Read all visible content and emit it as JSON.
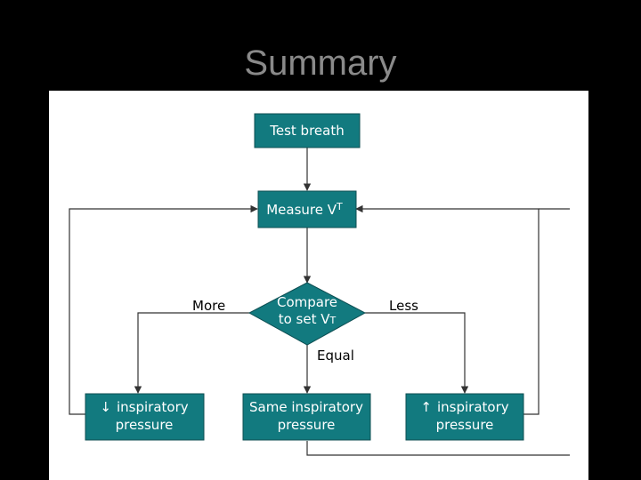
{
  "slide": {
    "title": "Summary"
  },
  "colors": {
    "background": "#000000",
    "title": "#8a8a8a",
    "panel": "#ffffff",
    "node_fill": "#127a7f",
    "node_stroke": "#0d4e52",
    "line": "#333333"
  },
  "flowchart": {
    "nodes": {
      "test_breath": "Test breath",
      "measure": "Measure V",
      "measure_sub": "T",
      "compare_line1": "Compare",
      "compare_line2": "to set V",
      "compare_sub": "T",
      "decrease_symbol": "↓",
      "decrease_line1": "inspiratory",
      "decrease_line2": "pressure",
      "same_line1": "Same inspiratory",
      "same_line2": "pressure",
      "increase_symbol": "↑",
      "increase_line1": "inspiratory",
      "increase_line2": "pressure"
    },
    "edge_labels": {
      "more": "More",
      "less": "Less",
      "equal": "Equal"
    }
  }
}
